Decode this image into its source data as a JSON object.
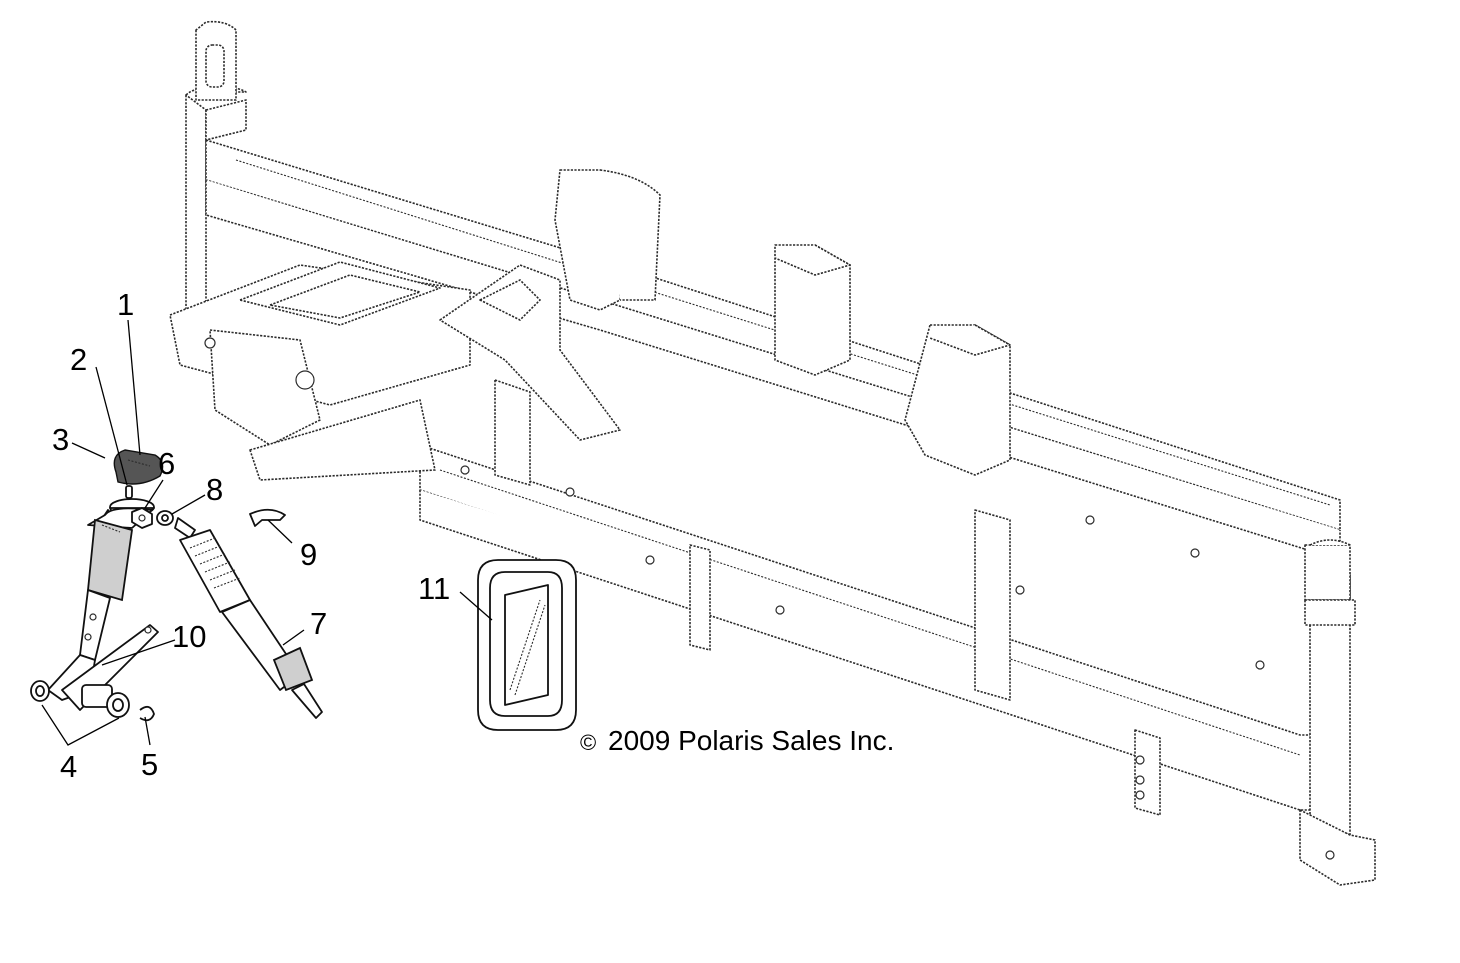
{
  "callouts": {
    "c1": "1",
    "c2": "2",
    "c3": "3",
    "c4": "4",
    "c5": "5",
    "c6": "6",
    "c7": "7",
    "c8": "8",
    "c9": "9",
    "c10": "10",
    "c11": "11"
  },
  "copyright": {
    "symbol": "©",
    "text": "2009 Polaris Sales Inc."
  }
}
